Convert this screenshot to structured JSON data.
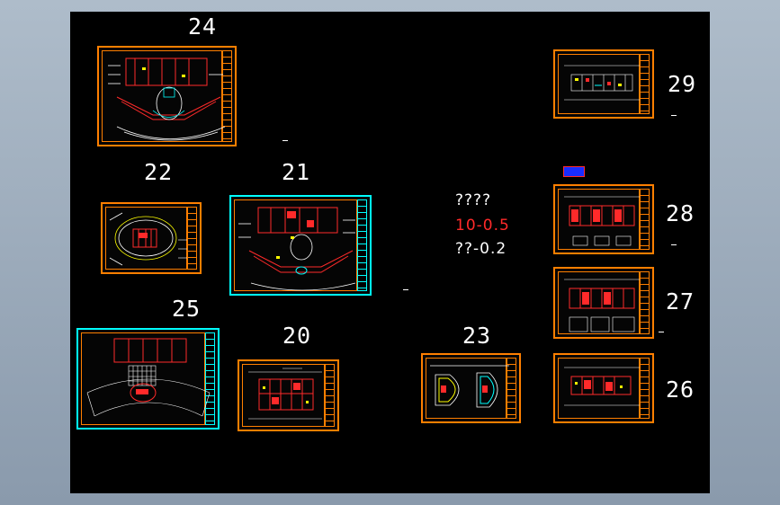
{
  "colors": {
    "canvas": "#000000",
    "frame": "#ff7f00",
    "walls": "#ff2a2a",
    "lines": "#ffffff",
    "highlight": "#00ffff",
    "legend_red": "#ff2a2a"
  },
  "sheets": [
    {
      "id": "24",
      "label": "24"
    },
    {
      "id": "22",
      "label": "22"
    },
    {
      "id": "21",
      "label": "21"
    },
    {
      "id": "25",
      "label": "25"
    },
    {
      "id": "20",
      "label": "20"
    },
    {
      "id": "23",
      "label": "23"
    },
    {
      "id": "29",
      "label": "29"
    },
    {
      "id": "28",
      "label": "28"
    },
    {
      "id": "27",
      "label": "27"
    },
    {
      "id": "26",
      "label": "26"
    }
  ],
  "legend": {
    "line1": "????",
    "line2": "10-0.5",
    "line3": "??-0.2"
  }
}
